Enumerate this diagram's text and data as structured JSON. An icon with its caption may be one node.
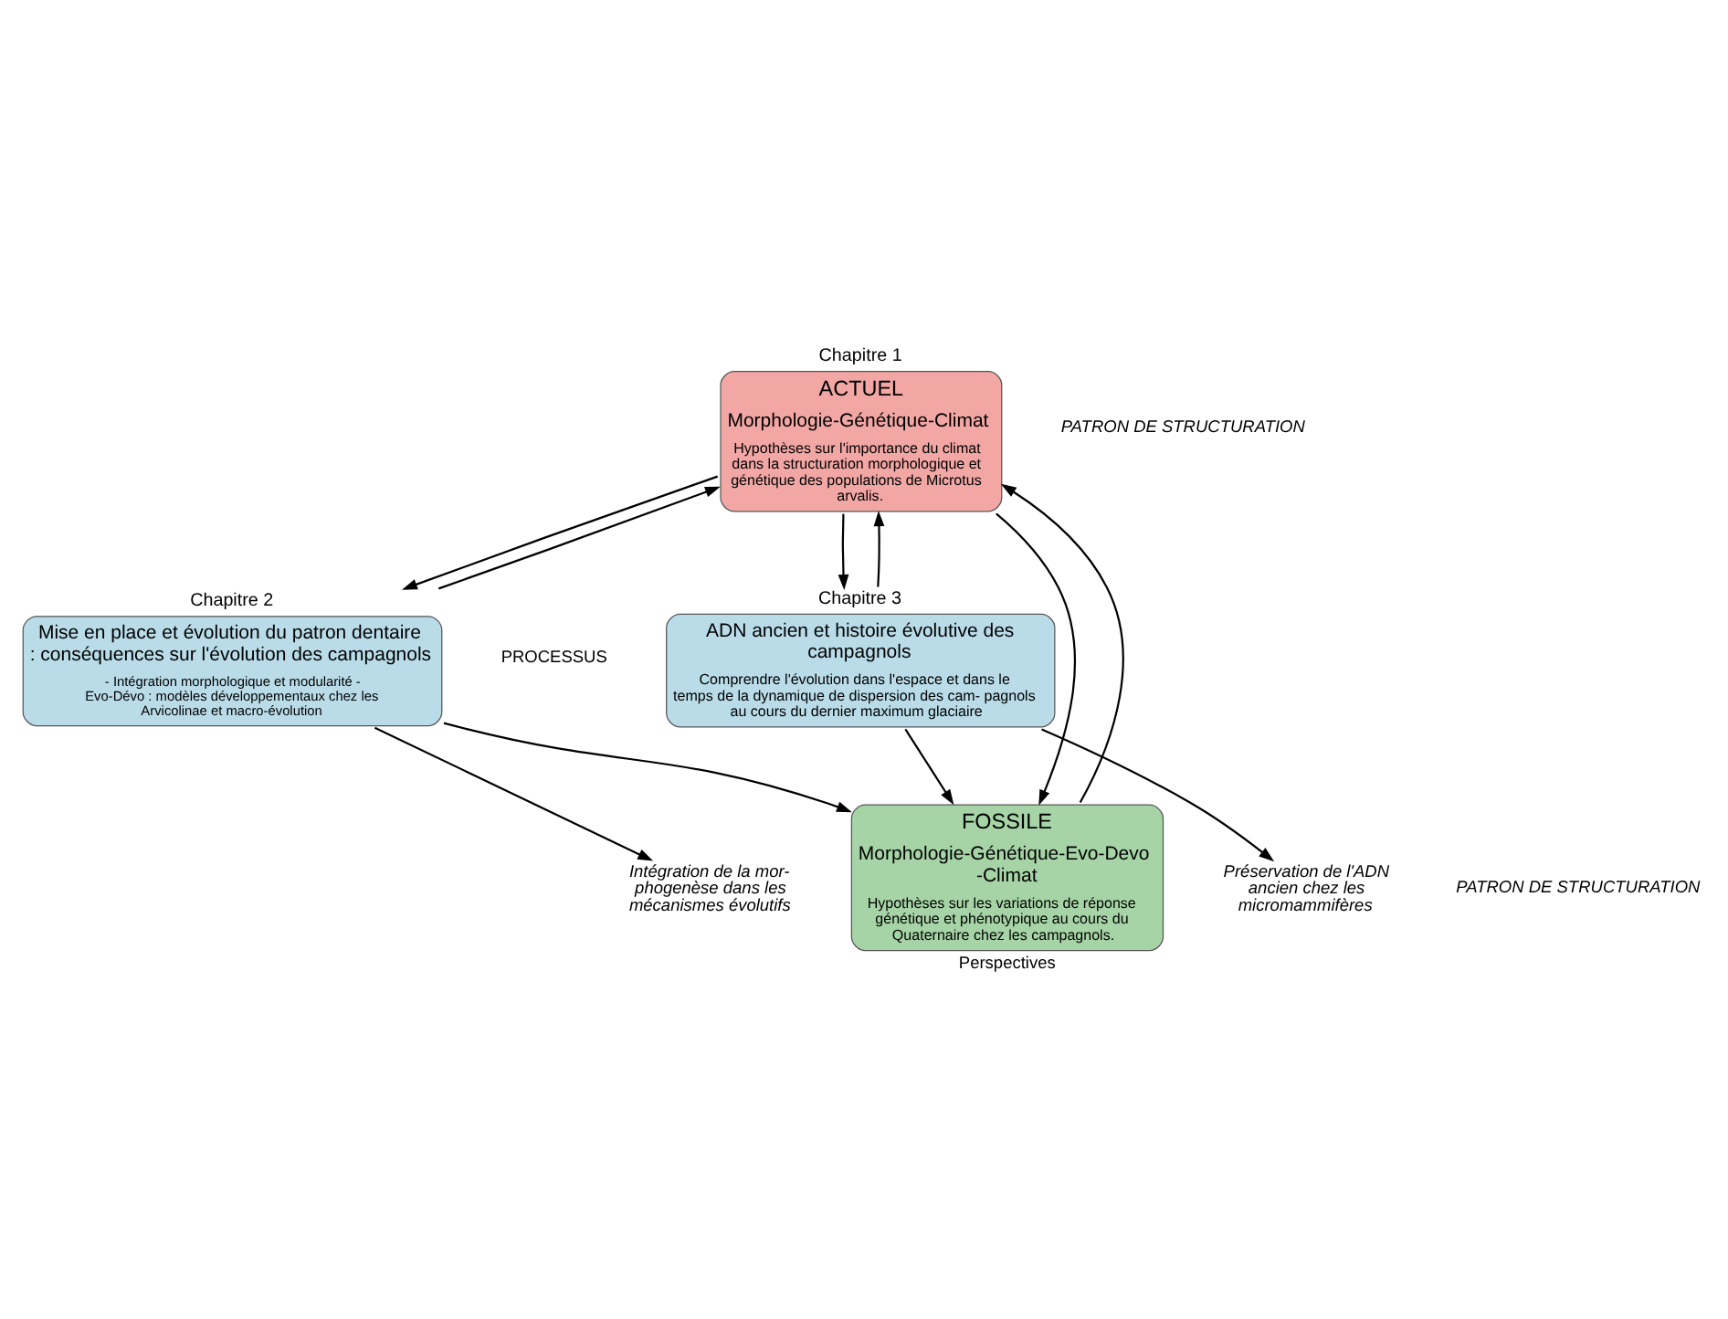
{
  "diagram": {
    "nodes": [
      {
        "text": [
          "Chapitre 1",
          "ACTUEL",
          "Morphologie-Génétique-Climat",
          "Hypothèses sur l'importance du climat dans la structuration morphologique et génétique des populations de Microtus arvalis."
        ]
      },
      {
        "text": [
          "Chapitre 2",
          "Mise en place et évolution du patron dentaire : conséquences sur l'évolution des campagnols",
          "- Intégration morphologique et modularité - Evo-Dévo : modèles développementaux chez les Arvicolinae et macro-évolution"
        ]
      },
      {
        "text": [
          "Chapitre 3",
          "ADN ancien et histoire évolutive des campagnols",
          "Comprendre l'évolution dans l'espace et dans le temps de la dynamique de dispersion des cam- pagnols au cours du dernier maximum glaciaire"
        ]
      },
      {
        "text": [
          "FOSSILE",
          "Morphologie-Génétique-Evo-Devo -Climat",
          "Hypothèses sur les variations de réponse génétique et phénotypique au cours du Quaternaire chez les campagnols."
        ],
        "beside": [
          "Perspectives"
        ]
      },
      {
        "text": [
          "Intégration de la mor- phogenèse dans les mécanismes évolutifs"
        ]
      },
      {
        "text": [
          "Préservation de l'ADN ancien chez les micromammifères"
        ]
      }
    ],
    "edges": [
      {
        "from": 0,
        "to": 1,
        "arrow": "to"
      },
      {
        "from": 1,
        "to": 0,
        "arrow": "to"
      },
      {
        "from": 2,
        "to": 0,
        "arrow": "to"
      },
      {
        "from": 0,
        "to": 2,
        "arrow": "to"
      },
      {
        "from": 3,
        "to": 0,
        "arrow": "to"
      },
      {
        "from": 0,
        "to": 3,
        "arrow": "to"
      },
      {
        "from": 1,
        "to": 3,
        "arrow": "to"
      },
      {
        "from": 2,
        "to": 3,
        "arrow": "to"
      },
      {
        "from": 1,
        "to": 4,
        "arrow": "to"
      },
      {
        "from": 2,
        "to": 5,
        "arrow": "to"
      }
    ],
    "labels": [
      "PATRON DE STRUCTURATION",
      "PROCESSUS",
      "PATRON DE STRUCTURATION"
    ]
  }
}
